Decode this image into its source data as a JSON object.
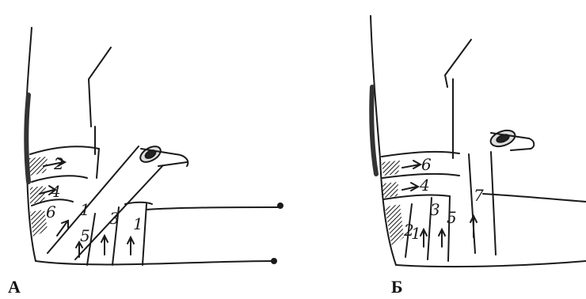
{
  "panels": [
    {
      "caption": "А",
      "bandage_turns": [
        "1",
        "2",
        "3",
        "4",
        "5",
        "6",
        "1"
      ]
    },
    {
      "caption": "Б",
      "bandage_turns": [
        "1",
        "2",
        "3",
        "4",
        "5",
        "6",
        "7"
      ]
    }
  ],
  "colors": {
    "ink": "#1a1a1a",
    "paper": "#ffffff"
  }
}
